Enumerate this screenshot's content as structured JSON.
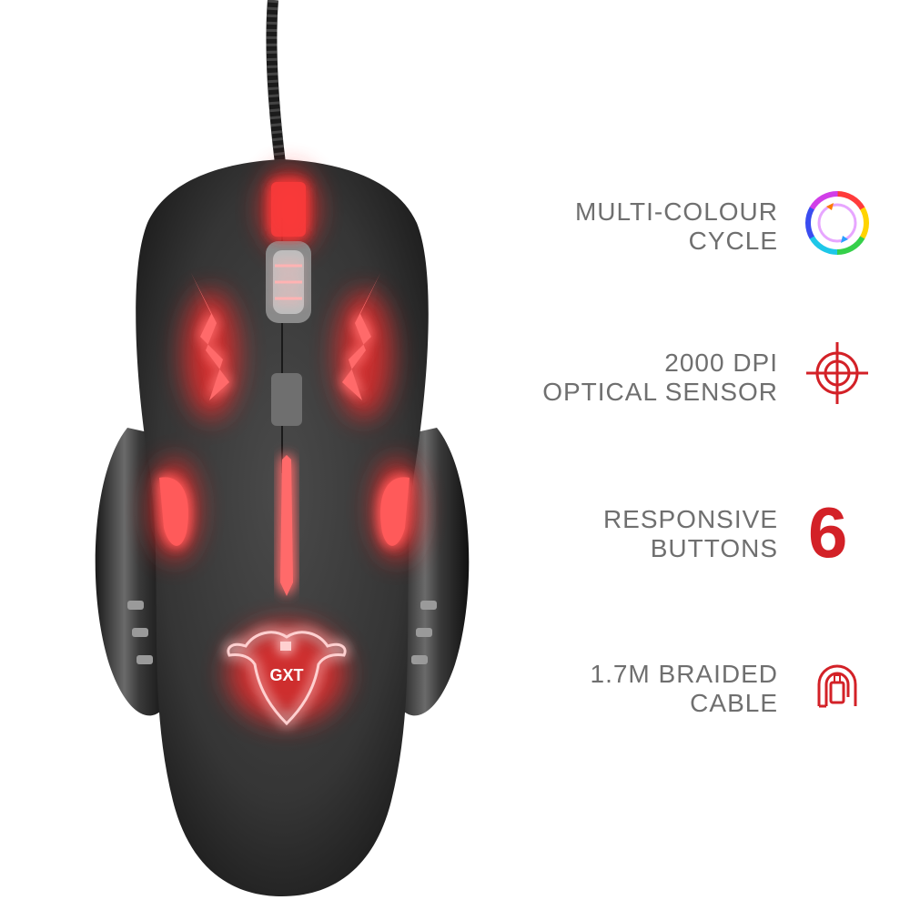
{
  "features": [
    {
      "lines": [
        "MULTI-COLOUR",
        "CYCLE"
      ],
      "icon": "rgb-cycle-icon"
    },
    {
      "lines": [
        "2000 DPI",
        "OPTICAL SENSOR"
      ],
      "icon": "crosshair-icon"
    },
    {
      "lines": [
        "RESPONSIVE",
        "BUTTONS"
      ],
      "value": "6"
    },
    {
      "lines": [
        "1.7M BRAIDED",
        "CABLE"
      ],
      "icon": "usb-cable-icon"
    }
  ],
  "product": {
    "logo_text": "GXT",
    "glow_color": "#ff2a2a",
    "body_color": "#2e2e2e"
  },
  "colors": {
    "text": "#6f6f6f",
    "accent": "#d32127"
  }
}
